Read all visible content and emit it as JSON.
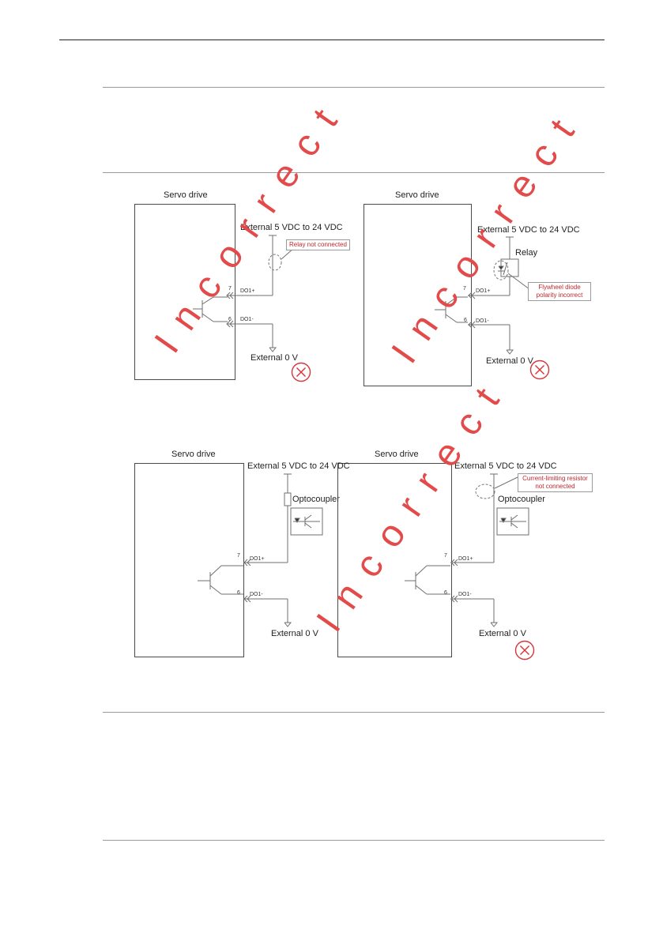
{
  "diagrams": [
    {
      "drive_label": "Servo drive",
      "supply_label": "External 5 VDC to 24 VDC",
      "ground_label": "External 0 V",
      "pin_top": "7",
      "pin_top_name": "DO1+",
      "pin_bottom": "6",
      "pin_bottom_name": "DO1-",
      "callout": "Relay not connected",
      "watermark": "Incorrect",
      "status_icon": "cross-circle-icon"
    },
    {
      "drive_label": "Servo drive",
      "supply_label": "External 5 VDC to 24 VDC",
      "ground_label": "External 0 V",
      "pin_top": "7",
      "pin_top_name": "DO1+",
      "pin_bottom": "6",
      "pin_bottom_name": "DO1-",
      "component_label": "Relay",
      "callout_line1": "Flywheel diode",
      "callout_line2": "polarity incorrect",
      "watermark": "Incorrect",
      "status_icon": "cross-circle-icon"
    },
    {
      "drive_label": "Servo drive",
      "supply_label": "External 5 VDC to 24 VDC",
      "ground_label": "External 0 V",
      "pin_top": "7",
      "pin_top_name": "DO1+",
      "pin_bottom": "6",
      "pin_bottom_name": "DO1-",
      "component_label": "Optocoupler"
    },
    {
      "drive_label": "Servo drive",
      "supply_label": "External 5 VDC to 24 VDC",
      "ground_label": "External 0 V",
      "pin_top": "7",
      "pin_top_name": "DO1+",
      "pin_bottom": "6",
      "pin_bottom_name": "DO1-",
      "component_label": "Optocoupler",
      "callout_line1": "Current-limiting resistor",
      "callout_line2": "not connected",
      "watermark": "Incorrect",
      "status_icon": "cross-circle-icon"
    }
  ],
  "colors": {
    "mark_red": "#d9343a",
    "watermark_red": "#e34a4a",
    "line": "#6f6f6f"
  }
}
